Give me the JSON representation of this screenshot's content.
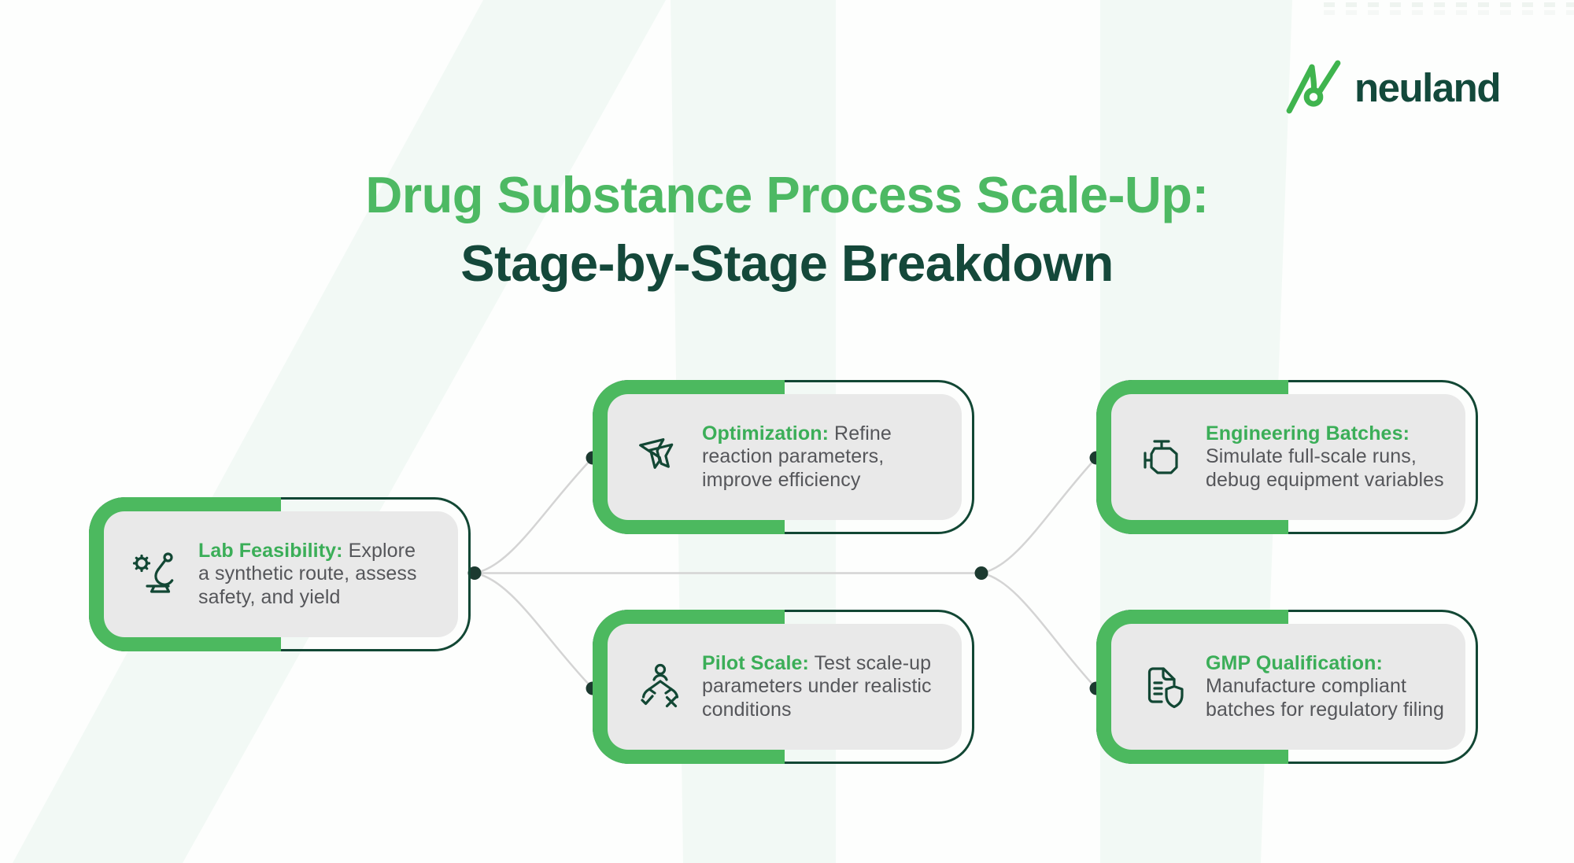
{
  "brand": {
    "wordmark": "neuland",
    "logo_icon": "neuland-mark-icon",
    "wordmark_color": "#13493B",
    "mark_color": "#3FB44E"
  },
  "title": {
    "line1": "Drug Substance Process Scale-Up:",
    "line2": "Stage-by-Stage Breakdown",
    "line1_color": "#4DB963",
    "line2_color": "#14483A"
  },
  "cards": [
    {
      "id": "lab-feasibility",
      "icon": "microscope-molecule-icon",
      "title": "Lab Feasibility:",
      "body": " Explore\na synthetic route, assess\nsafety, and yield"
    },
    {
      "id": "optimization",
      "icon": "funnel-icon",
      "title": "Optimization:",
      "body": " Refine\nreaction parameters,\nimprove efficiency"
    },
    {
      "id": "pilot-scale",
      "icon": "decision-tree-check-x-icon",
      "title": "Pilot Scale:",
      "body": " Test scale-up\nparameters under realistic\nconditions"
    },
    {
      "id": "engineering-batches",
      "icon": "engine-icon",
      "title": "Engineering Batches:",
      "body": "\nSimulate full-scale runs,\ndebug equipment variables"
    },
    {
      "id": "gmp-qualification",
      "icon": "document-shield-icon",
      "title": "GMP Qualification:",
      "body": "\nManufacture compliant\nbatches for regulatory filing"
    }
  ],
  "colors": {
    "accent_green_band": "#4CB95F",
    "card_heading_green": "#3BAE58",
    "dark_green_outline": "#124734",
    "card_background": "#E9E9E9",
    "body_text": "#55565A",
    "connector_line": "#D4D4D4",
    "connector_dot": "#1C3A30",
    "watermark_mint": "#F2F9F5"
  }
}
